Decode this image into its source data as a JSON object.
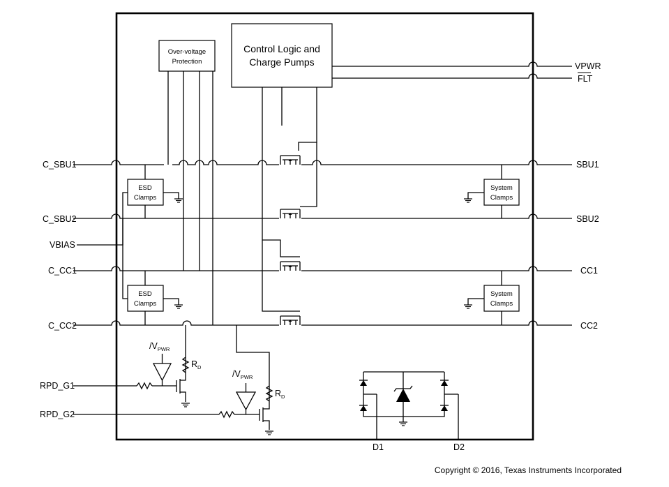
{
  "blocks": {
    "control_logic": [
      "Control Logic and",
      "Charge Pumps"
    ],
    "ovp": [
      "Over-voltage",
      "Protection"
    ],
    "esd_clamps": [
      "ESD",
      "Clamps"
    ],
    "system_clamps": [
      "System",
      "Clamps"
    ]
  },
  "pins_left": {
    "c_sbu1": "C_SBU1",
    "c_sbu2": "C_SBU2",
    "vbias": "VBIAS",
    "c_cc1": "C_CC1",
    "c_cc2": "C_CC2",
    "rpd_g1": "RPD_G1",
    "rpd_g2": "RPD_G2"
  },
  "pins_right": {
    "vpwr": "VPWR",
    "flt": "FLT",
    "sbu1": "SBU1",
    "sbu2": "SBU2",
    "cc1": "CC1",
    "cc2": "CC2"
  },
  "pins_bottom": {
    "d1": "D1",
    "d2": "D2"
  },
  "components": {
    "vpwr_prefix": "/V",
    "vpwr_sub": "PWR",
    "rd_main": "R",
    "rd_sub": "D"
  },
  "copyright": "Copyright © 2016, Texas Instruments Incorporated"
}
